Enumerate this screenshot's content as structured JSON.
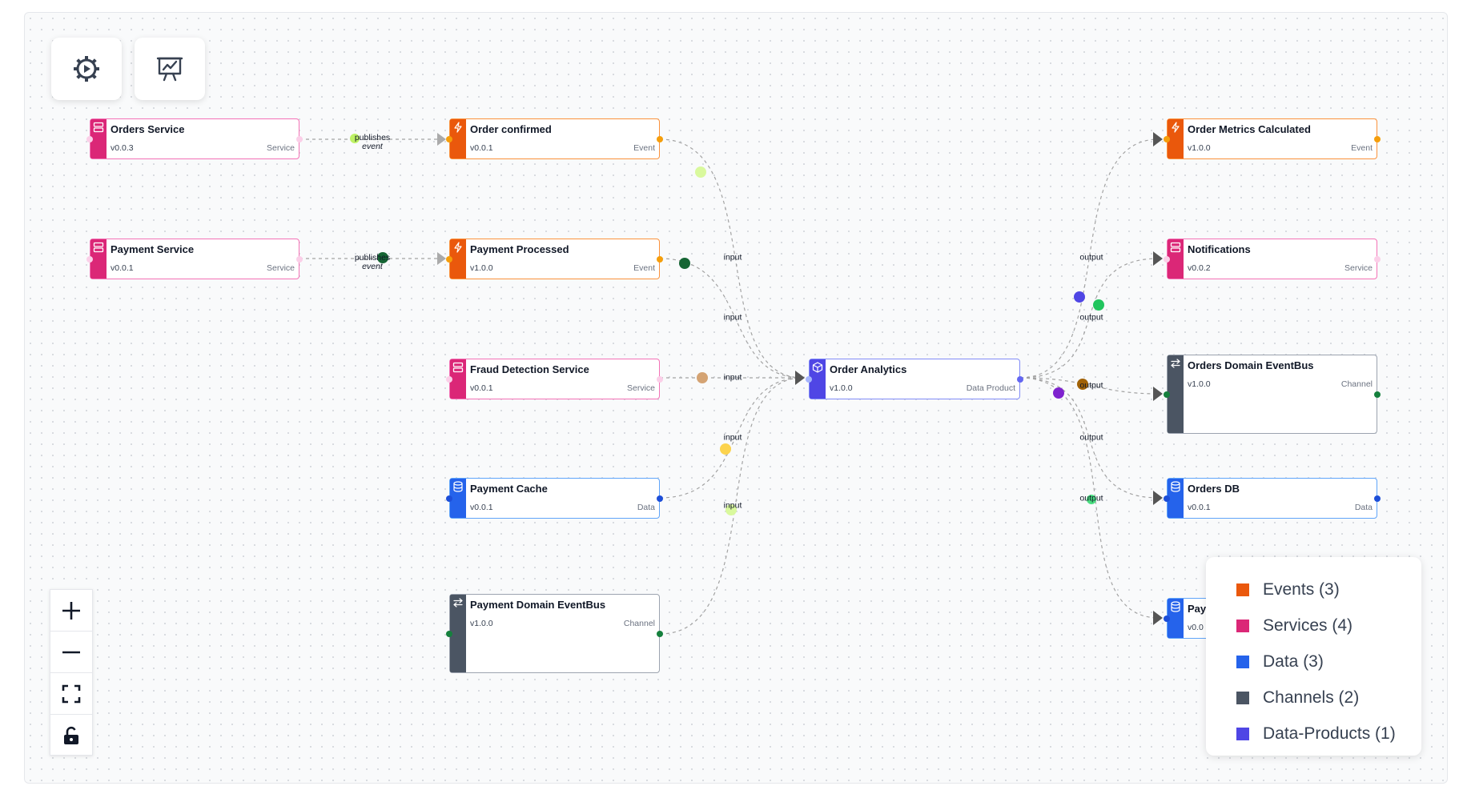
{
  "colors": {
    "event": "#ea580c",
    "service": "#db2777",
    "data": "#2563eb",
    "channel": "#4b5563",
    "dataproduct": "#4f46e5"
  },
  "toolbar": {
    "settings_icon": "gear-play-icon",
    "presentation_icon": "presentation-chart-icon"
  },
  "nodes": {
    "orders_service": {
      "title": "Orders Service",
      "version": "v0.0.3",
      "type": "Service"
    },
    "payment_service": {
      "title": "Payment Service",
      "version": "v0.0.1",
      "type": "Service"
    },
    "order_confirmed": {
      "title": "Order confirmed",
      "version": "v0.0.1",
      "type": "Event"
    },
    "payment_processed": {
      "title": "Payment Processed",
      "version": "v1.0.0",
      "type": "Event"
    },
    "fraud_detection": {
      "title": "Fraud Detection Service",
      "version": "v0.0.1",
      "type": "Service"
    },
    "payment_cache": {
      "title": "Payment Cache",
      "version": "v0.0.1",
      "type": "Data"
    },
    "payment_bus": {
      "title": "Payment Domain EventBus",
      "version": "v1.0.0",
      "type": "Channel"
    },
    "order_analytics": {
      "title": "Order Analytics",
      "version": "v1.0.0",
      "type": "Data Product"
    },
    "order_metrics": {
      "title": "Order Metrics Calculated",
      "version": "v1.0.0",
      "type": "Event"
    },
    "notifications": {
      "title": "Notifications",
      "version": "v0.0.2",
      "type": "Service"
    },
    "orders_bus": {
      "title": "Orders Domain EventBus",
      "version": "v1.0.0",
      "type": "Channel"
    },
    "orders_db": {
      "title": "Orders DB",
      "version": "v0.0.1",
      "type": "Data"
    },
    "payment_partial": {
      "title": "Pay",
      "version": "v0.0"
    }
  },
  "edges": {
    "publishes_1": {
      "label": "publishes",
      "sub": "event"
    },
    "publishes_2": {
      "label": "publishes",
      "sub": "event"
    },
    "input_1": "input",
    "input_2": "input",
    "input_3": "input",
    "input_4": "input",
    "input_5": "input",
    "output_1": "output",
    "output_2": "output",
    "output_3": "output",
    "output_4": "output",
    "output_5": "output"
  },
  "legend": [
    {
      "label": "Events (3)",
      "color": "#ea580c"
    },
    {
      "label": "Services (4)",
      "color": "#db2777"
    },
    {
      "label": "Data (3)",
      "color": "#2563eb"
    },
    {
      "label": "Channels (2)",
      "color": "#4b5563"
    },
    {
      "label": "Data-Products (1)",
      "color": "#4f46e5"
    }
  ],
  "zoom_controls": [
    "zoom-in",
    "zoom-out",
    "fit-view",
    "toggle-lock"
  ]
}
